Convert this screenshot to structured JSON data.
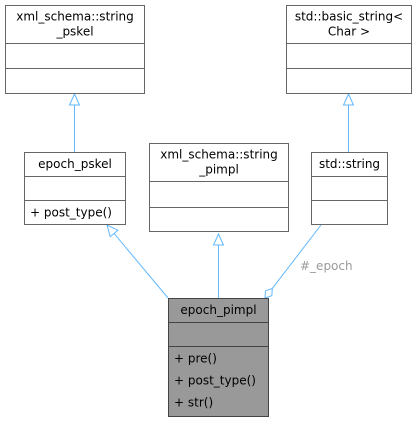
{
  "colors": {
    "box_stroke": "#666666",
    "box_fill": "#ffffff",
    "focus_fill": "#999999",
    "focus_stroke": "#444444",
    "edge": "#63b8ff",
    "edge_label": "#9a9a9a",
    "text": "#000000"
  },
  "classes": {
    "string_pskel": {
      "title_lines": [
        "xml_schema::string",
        "_pskel"
      ],
      "attributes": [],
      "methods": []
    },
    "basic_string": {
      "title_lines": [
        "std::basic_string<",
        "Char >"
      ],
      "attributes": [],
      "methods": []
    },
    "epoch_pskel": {
      "title_lines": [
        "epoch_pskel"
      ],
      "attributes": [],
      "methods": [
        "+ post_type()"
      ]
    },
    "string_pimpl": {
      "title_lines": [
        "xml_schema::string",
        "_pimpl"
      ],
      "attributes": [],
      "methods": []
    },
    "std_string": {
      "title_lines": [
        "std::string"
      ],
      "attributes": [],
      "methods": []
    },
    "epoch_pimpl": {
      "title_lines": [
        "epoch_pimpl"
      ],
      "attributes": [],
      "methods": [
        "+ pre()",
        "+ post_type()",
        "+ str()"
      ]
    }
  },
  "edges": [
    {
      "from": "epoch_pskel",
      "to": "string_pskel",
      "kind": "inheritance",
      "label": ""
    },
    {
      "from": "std_string",
      "to": "basic_string",
      "kind": "inheritance",
      "label": ""
    },
    {
      "from": "epoch_pimpl",
      "to": "epoch_pskel",
      "kind": "inheritance",
      "label": ""
    },
    {
      "from": "epoch_pimpl",
      "to": "string_pimpl",
      "kind": "inheritance",
      "label": ""
    },
    {
      "from": "std_string",
      "to": "epoch_pimpl",
      "kind": "aggregation",
      "label": "#_epoch"
    }
  ]
}
